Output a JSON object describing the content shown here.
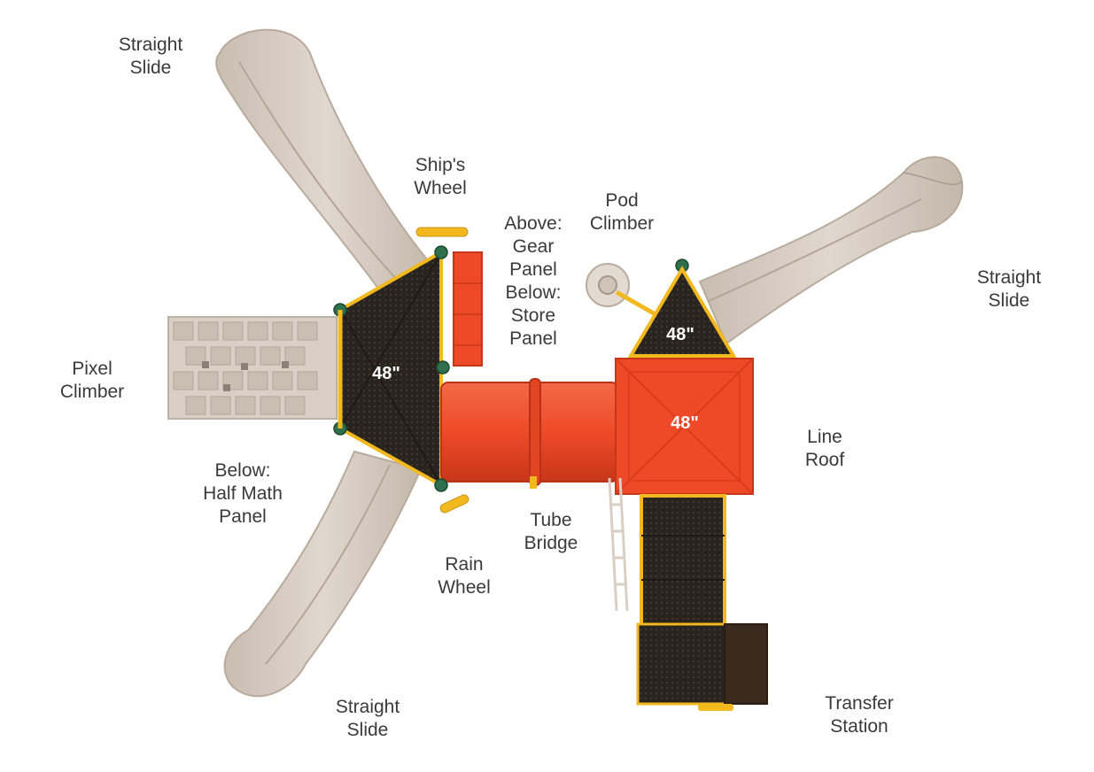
{
  "colors": {
    "slide": "#d6ccc2",
    "slide_shade": "#c2b6aa",
    "roof_red": "#ef4a28",
    "roof_red_dark": "#d83c1c",
    "deck_black": "#2a241f",
    "rail_yellow": "#f2b91e",
    "post_green": "#2f6f4c",
    "climber_tan": "#d9cfc5",
    "transfer_brown": "#3b2a1e"
  },
  "decks": {
    "left_height": "48\"",
    "right_height": "48\"",
    "roof_height": "48\""
  },
  "labels": {
    "slide_top_left": [
      "Straight",
      "Slide"
    ],
    "ships_wheel": [
      "Ship's",
      "Wheel"
    ],
    "gear_store_panel": [
      "Above:",
      "Gear",
      "Panel",
      "Below:",
      "Store",
      "Panel"
    ],
    "pod_climber": [
      "Pod",
      "Climber"
    ],
    "slide_right": [
      "Straight",
      "Slide"
    ],
    "pixel_climber": [
      "Pixel",
      "Climber"
    ],
    "half_math_panel": [
      "Below:",
      "Half Math",
      "Panel"
    ],
    "line_roof": [
      "Line",
      "Roof"
    ],
    "tube_bridge": [
      "Tube",
      "Bridge"
    ],
    "rain_wheel": [
      "Rain",
      "Wheel"
    ],
    "slide_bottom": [
      "Straight",
      "Slide"
    ],
    "transfer_station": [
      "Transfer",
      "Station"
    ]
  }
}
